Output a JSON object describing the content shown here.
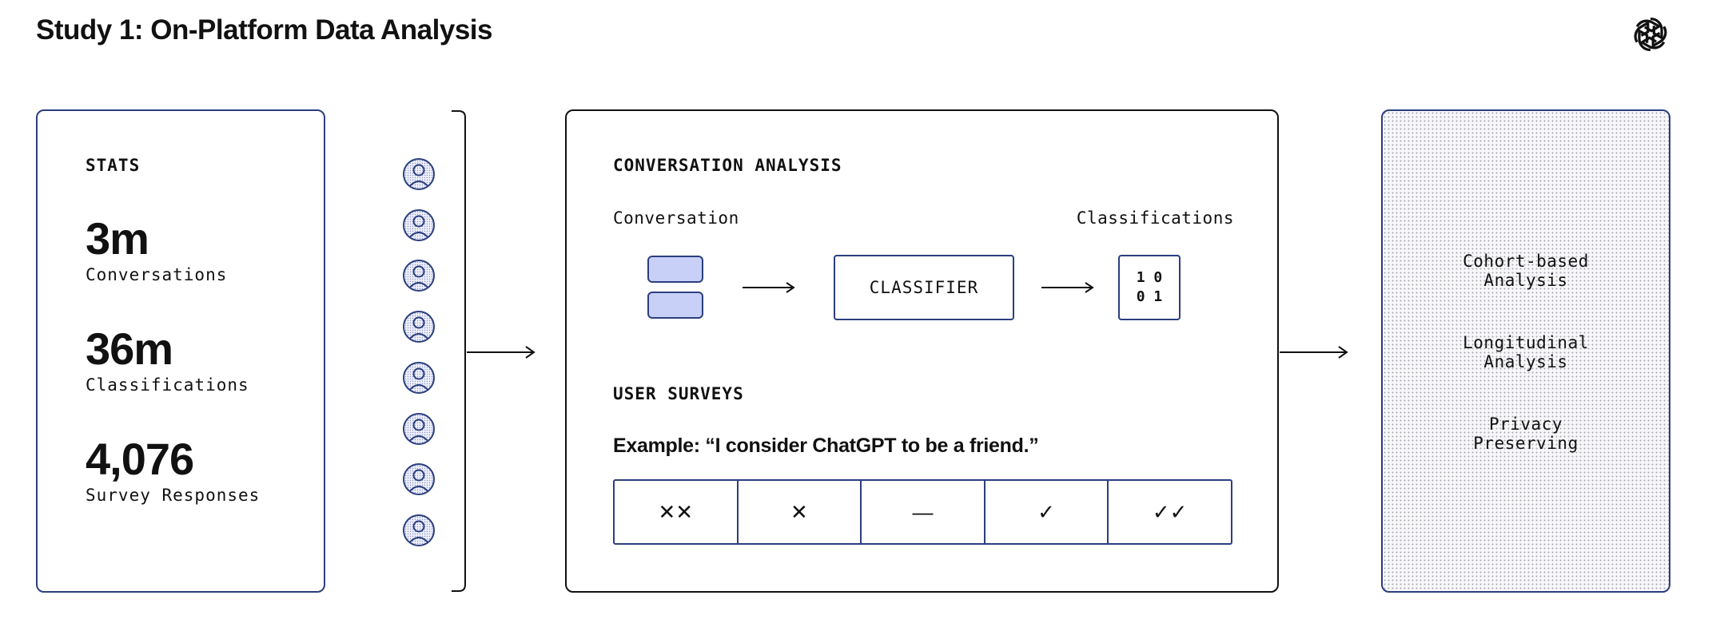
{
  "title": "Study 1: On-Platform Data Analysis",
  "logo": {
    "icon": "openai-logo-icon"
  },
  "colors": {
    "accent": "#2b3e7e",
    "message_fill": "#c9d0f7",
    "text": "#111111"
  },
  "stats": {
    "heading": "STATS",
    "items": [
      {
        "value": "3m",
        "label": "Conversations"
      },
      {
        "value": "36m",
        "label": "Classifications"
      },
      {
        "value": "4,076",
        "label": "Survey Responses"
      }
    ]
  },
  "users": {
    "icon": "user-avatar-icon",
    "count": 8
  },
  "conversation_analysis": {
    "heading": "CONVERSATION ANALYSIS",
    "input_label": "Conversation",
    "output_label": "Classifications",
    "classifier_label": "CLASSIFIER",
    "matrix": [
      "1 0",
      "0 1"
    ]
  },
  "user_surveys": {
    "heading": "USER SURVEYS",
    "example": "Example: “I consider ChatGPT to be a friend.”",
    "scale": [
      "✕✕",
      "✕",
      "—",
      "✓",
      "✓✓"
    ]
  },
  "outputs": {
    "items": [
      {
        "line1": "Cohort-based",
        "line2": "Analysis"
      },
      {
        "line1": "Longitudinal",
        "line2": "Analysis"
      },
      {
        "line1": "Privacy",
        "line2": "Preserving"
      }
    ]
  }
}
